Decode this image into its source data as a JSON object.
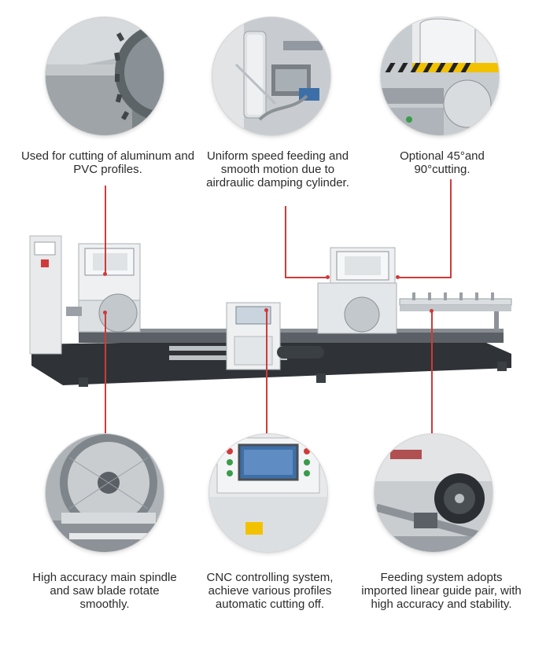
{
  "features": {
    "top": [
      {
        "caption": "Used for cutting of aluminum and PVC profiles.",
        "image": "saw-blade-cutting-aluminum-closeup"
      },
      {
        "caption": "Uniform speed feeding and smooth motion due to airdraulic damping cylinder.",
        "image": "airdraulic-damping-cylinder-closeup"
      },
      {
        "caption": "Optional 45°and 90°cutting.",
        "image": "cutting-angle-head-closeup"
      }
    ],
    "bottom": [
      {
        "caption": "High accuracy main spindle and saw blade rotate smoothly.",
        "image": "main-spindle-saw-blade-closeup"
      },
      {
        "caption": "CNC controlling system, achieve various profiles automatic cutting off.",
        "image": "cnc-control-panel-closeup"
      },
      {
        "caption": "Feeding system adopts imported linear guide pair, with high accuracy and stability.",
        "image": "linear-guide-feeding-system-closeup"
      }
    ]
  },
  "machine_image": "double-head-cutting-saw-machine",
  "colors": {
    "callout_line": "#d03a3a",
    "machine_body": "#e6e8ea",
    "machine_base": "#2f3337"
  }
}
